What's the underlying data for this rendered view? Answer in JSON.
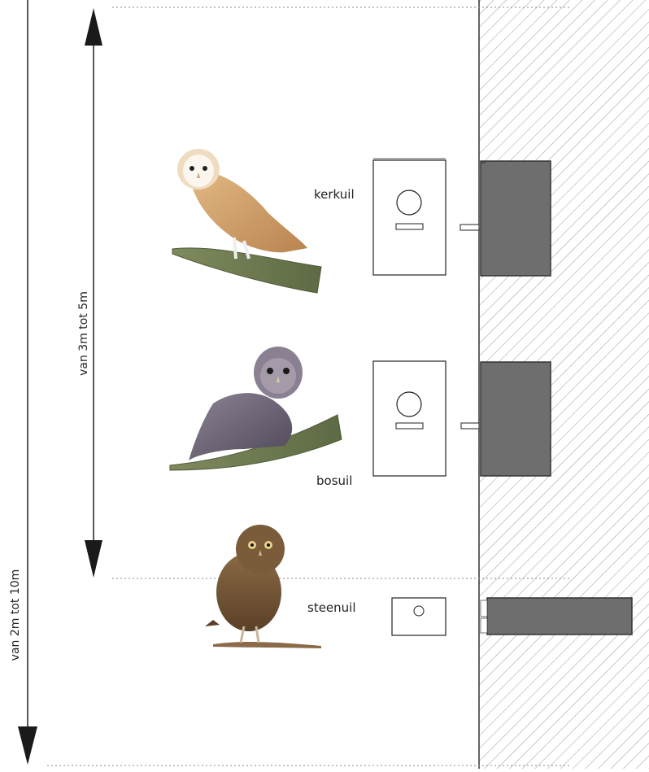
{
  "dimensions": {
    "outer_range": "van 2m tot 10m",
    "inner_range": "van 3m tot 5m"
  },
  "owls": [
    {
      "name": "kerkuil",
      "icon": "barn-owl"
    },
    {
      "name": "bosuil",
      "icon": "tawny-owl"
    },
    {
      "name": "steenuil",
      "icon": "little-owl"
    }
  ],
  "colors": {
    "line": "#222222",
    "box_fill": "#6e6e6e",
    "hatch": "#9a9a9a",
    "guide": "#8a8a8a"
  }
}
